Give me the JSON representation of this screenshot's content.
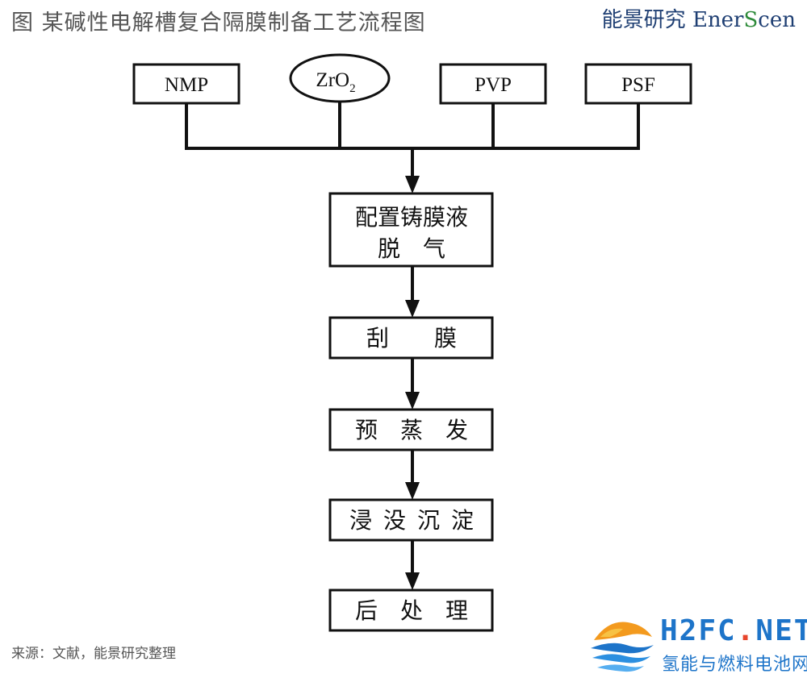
{
  "header": {
    "title": "图  某碱性电解槽复合隔膜制备工艺流程图",
    "brand_cn": "能景研究",
    "brand_en_prefix": "Ener",
    "brand_en_s": "S",
    "brand_en_suffix": "cen"
  },
  "inputs": [
    {
      "label": "NMP",
      "shape": "rect"
    },
    {
      "label": "ZrO",
      "subscript": "2",
      "shape": "ellipse"
    },
    {
      "label": "PVP",
      "shape": "rect"
    },
    {
      "label": "PSF",
      "shape": "rect"
    }
  ],
  "steps": [
    {
      "line1": "配置铸膜液",
      "line2": "脱    气"
    },
    {
      "line1": "刮        膜"
    },
    {
      "line1": "预    蒸    发"
    },
    {
      "line1": "浸  没  沉  淀"
    },
    {
      "line1": "后    处    理"
    }
  ],
  "footer": {
    "source": "来源：文献，能景研究整理",
    "logo_en_prefix": "H2FC",
    "logo_en_dot": ".",
    "logo_en_suffix": "NET",
    "logo_cn": "氢能与燃料电池网"
  },
  "colors": {
    "line": "#111111",
    "title": "#555555",
    "brand": "#1f3f73",
    "logo_blue": "#1d74c9",
    "logo_orange": "#f39a1e"
  }
}
